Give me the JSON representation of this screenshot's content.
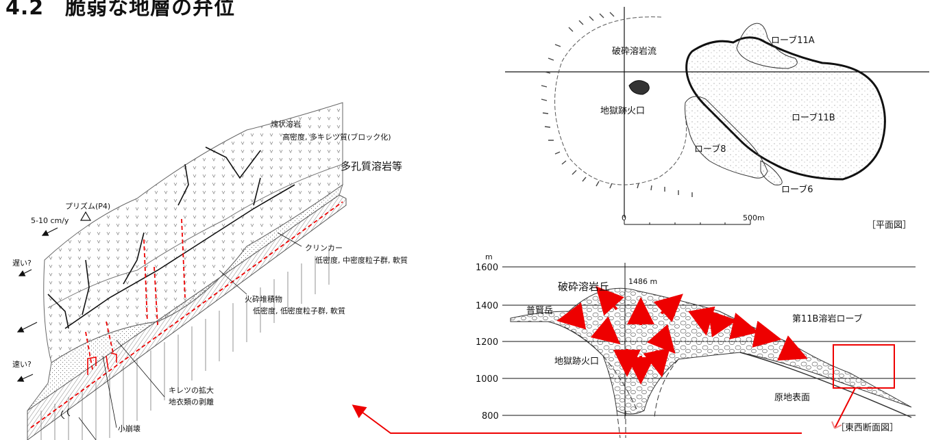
{
  "title": "4.2　脆弱な地層の弁位",
  "left": {
    "annotations": {
      "lava_dome": "塊状溶岩",
      "lava_dome_desc": "高密度, 多キレツ質(ブロック化)",
      "porous": "多孔質溶岩等",
      "prism": "プリズム(P4)",
      "speed": "5-10 cm/y",
      "slow": "遅い?",
      "fast": "速い?",
      "clinker": "クリンカー",
      "clinker_desc": "低密度, 中密度粒子群, 軟質",
      "pyroclastic": "火砕堆積物",
      "pyroclastic_desc": "低密度, 低密度粒子群, 軟質",
      "crack": "キレツの拡大",
      "crack_desc": "地衣類の剥離",
      "small_collapse": "小崩壊"
    }
  },
  "plan": {
    "labels": {
      "lobe11a": "ローブ11A",
      "breccia_flow": "破砕溶岩流",
      "crater": "地獄跡火口",
      "lobe11b": "ローブ11B",
      "lobe8": "ローブ8",
      "lobe6": "ローブ6",
      "scale_0": "0",
      "scale_500": "500m",
      "caption": "［平面図］"
    }
  },
  "section": {
    "labels": {
      "unit": "m",
      "y1600": "1600",
      "y1400": "1400",
      "y1200": "1200",
      "y1000": "1000",
      "y800": "800",
      "dome": "破砕溶岩丘",
      "peak": "1486 m",
      "fugen": "普賢岳",
      "lobe": "第11B溶岩ローブ",
      "crater": "地獄跡火口",
      "ground": "原地表面",
      "caption": "［東西断面図］"
    }
  }
}
